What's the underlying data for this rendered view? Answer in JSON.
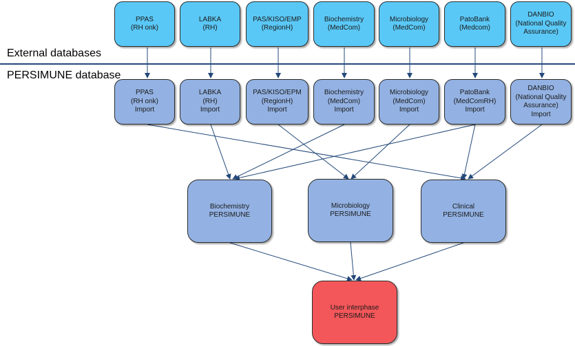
{
  "colors": {
    "external": "#5ac8f6",
    "import": "#93b2e3",
    "persimune": "#93b2e3",
    "user": "#f3575a",
    "arrow": "#24497a",
    "divider": "#24497a"
  },
  "labels": {
    "external": "External databases",
    "persimune": "PERSIMUNE database"
  },
  "external_boxes": [
    {
      "text": "PPAS\n(RH onk)"
    },
    {
      "text": "LABKA\n(RH)"
    },
    {
      "text": "PAS/KISO/EMP\n(RegionH)"
    },
    {
      "text": "Biochemistry\n(MedCom)"
    },
    {
      "text": "Microbiology\n(MedCom)"
    },
    {
      "text": "PatoBank\n(Medcom)"
    },
    {
      "text": "DANBIO\n(National Quality\nAssurance)"
    }
  ],
  "import_boxes": [
    {
      "text": "PPAS\n(RH onk)\nImport"
    },
    {
      "text": "LABKA\n(RH)\nImport"
    },
    {
      "text": "PAS/KISO/EPM\n(RegionH)\nImport"
    },
    {
      "text": "Biochemistry\n(MedCom)\nImport"
    },
    {
      "text": "Microbiology\n(MedCom)\nImport"
    },
    {
      "text": "PatoBank\n(MedComRH)\nImport"
    },
    {
      "text": "DANBIO\n(National Quality\nAssurance)\nImport"
    }
  ],
  "persimune_boxes": [
    {
      "text": "Biochemistry\nPERSIMUNE"
    },
    {
      "text": "Microbiology\nPERSIMUNE"
    },
    {
      "text": "Clinical\nPERSIMUNE"
    }
  ],
  "user_box": {
    "text": "User interphase\nPERSIMUNE"
  }
}
